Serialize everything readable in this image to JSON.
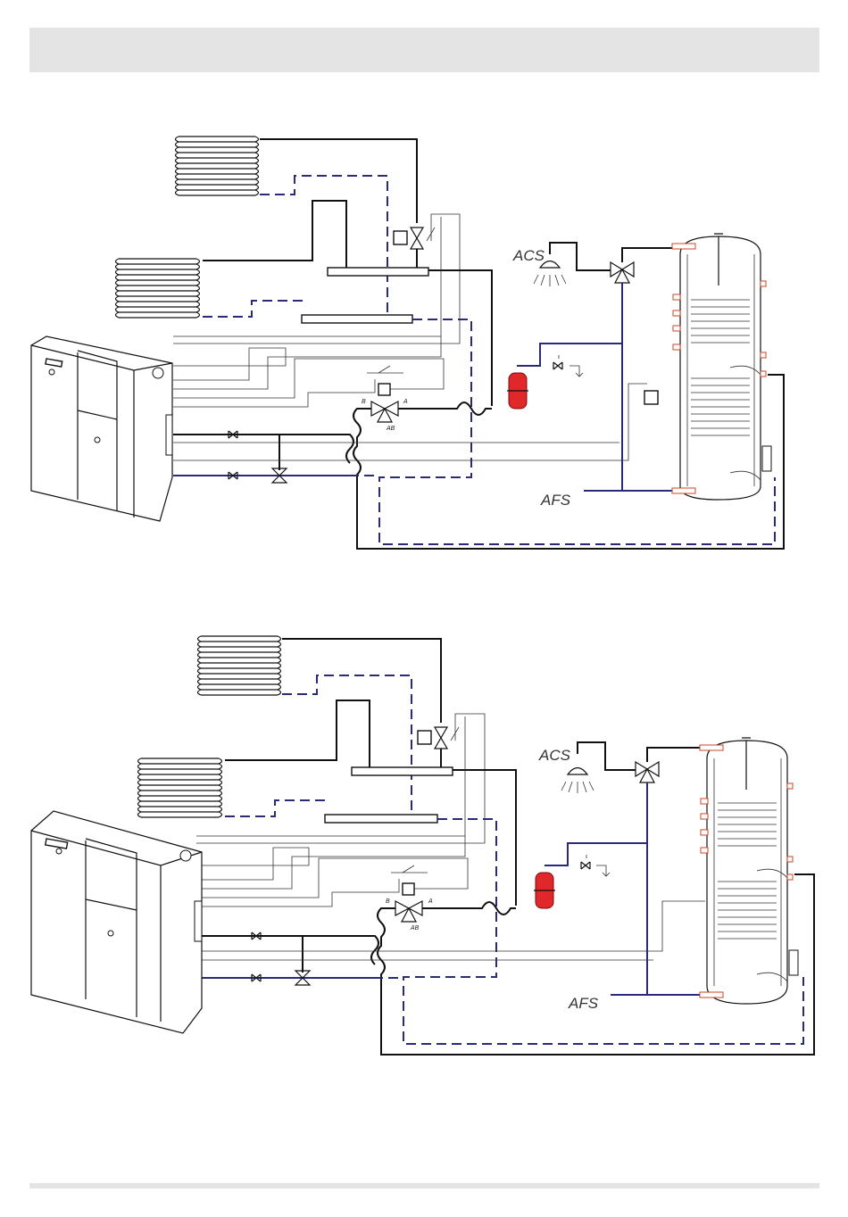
{
  "header": {
    "title": ""
  },
  "diagrams": [
    {
      "labels": {
        "dhw_outlet": "ACS",
        "cold_water_inlet": "AFS",
        "valve_port_b": "B",
        "valve_port_a": "A",
        "valve_port_ab": "AB"
      }
    },
    {
      "labels": {
        "dhw_outlet": "ACS",
        "cold_water_inlet": "AFS",
        "valve_port_b": "B",
        "valve_port_a": "A",
        "valve_port_ab": "AB"
      }
    }
  ],
  "colors": {
    "header_bar": "#e4e4e4",
    "pipe_flow": "#111111",
    "pipe_return": "#2a2a7a",
    "expansion_vessel": "#e0282a"
  }
}
